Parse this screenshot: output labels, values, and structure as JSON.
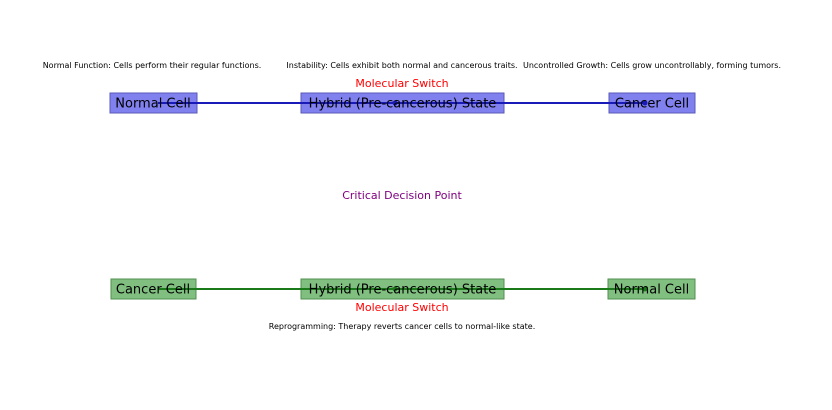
{
  "colors": {
    "top_box_fill": "#8080ee",
    "top_box_stroke": "#5a5ab8",
    "top_line": "#1a1ab8",
    "bottom_box_fill": "#80bf80",
    "bottom_box_stroke": "#4f8f4f",
    "bottom_line": "#1a7a1a",
    "switch_text": "#ff0000",
    "decision_text": "#800080"
  },
  "top_flow": {
    "descriptions": [
      "Normal Function: Cells perform their regular functions.",
      "Instability: Cells exhibit both normal and cancerous traits.",
      "Uncontrolled Growth: Cells grow uncontrollably, forming tumors."
    ],
    "switch_label": "Molecular Switch",
    "nodes": [
      "Normal Cell",
      "Hybrid (Pre-cancerous) State",
      "Cancer Cell"
    ]
  },
  "decision_label": "Critical Decision Point",
  "bottom_flow": {
    "nodes": [
      "Cancer Cell",
      "Hybrid (Pre-cancerous) State",
      "Normal Cell"
    ],
    "switch_label": "Molecular Switch",
    "description": "Reprogramming: Therapy reverts cancer cells to normal-like state."
  }
}
